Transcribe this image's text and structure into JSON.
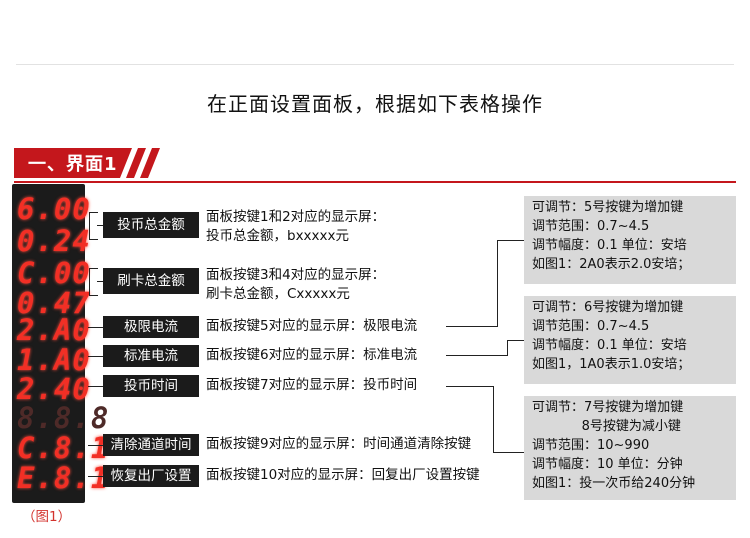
{
  "headline": "在正面设置面板，根据如下表格操作",
  "section": {
    "title": "一、界面1"
  },
  "display": {
    "rows": [
      "6.00",
      "0.24",
      "C.00",
      "0.47",
      "2.A0",
      "1.A0",
      "2.40",
      "8.8.8",
      "C.8.1",
      "E.8.1"
    ],
    "caption": "（图1）"
  },
  "labels": [
    "投币总金额",
    "刷卡总金额",
    "极限电流",
    "标准电流",
    "投币时间",
    "清除通道时间",
    "恢复出厂设置"
  ],
  "descriptions": [
    {
      "line1": "面板按键1和2对应的显示屏：",
      "line2": "投币总金额，bxxxxx元"
    },
    {
      "line1": "面板按键3和4对应的显示屏：",
      "line2": "刷卡总金额，Cxxxxx元"
    },
    {
      "line1": "面板按键5对应的显示屏：极限电流"
    },
    {
      "line1": "面板按键6对应的显示屏：标准电流"
    },
    {
      "line1": "面板按键7对应的显示屏：投币时间"
    },
    {
      "line1": "面板按键9对应的显示屏：时间通道清除按键"
    },
    {
      "line1": "面板按键10对应的显示屏：回复出厂设置按键"
    }
  ],
  "panels": [
    {
      "lines": [
        "可调节：5号按键为增加键",
        "调节范围：0.7~4.5",
        "调节幅度：0.1   单位：安培",
        "如图1：2A0表示2.0安培；"
      ]
    },
    {
      "lines": [
        "可调节：6号按键为增加键",
        "调节范围：0.7~4.5",
        "调节幅度：0.1    单位：安培",
        "如图1，1A0表示1.0安培；"
      ]
    },
    {
      "lines": [
        "可调节：7号按键为增加键",
        "            8号按键为减小键",
        "调节范围：10~990",
        "调节幅度：10    单位：分钟",
        "如图1：投一次币给240分钟"
      ]
    }
  ],
  "colors": {
    "accent": "#c4171c",
    "led": "#f22f25",
    "panel": "#d9d9d9"
  }
}
